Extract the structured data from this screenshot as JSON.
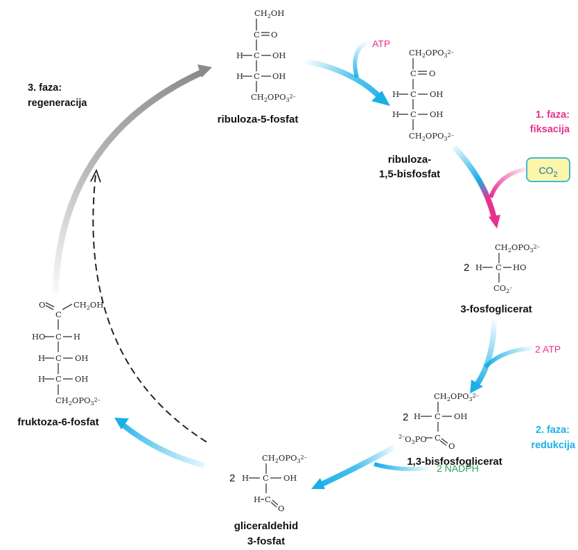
{
  "compounds": {
    "ru5p": {
      "name": "ribuloza-5-fosfat",
      "c1": "CH2OH",
      "c2": "C",
      "o2": "O",
      "h": "H",
      "c": "C",
      "oh": "OH",
      "c5": "CH2OPO3",
      "charge": "2–"
    },
    "rubp": {
      "name_line1": "ribuloza-",
      "name_line2": "1,5-bisfosfat",
      "c1": "CH2OPO3",
      "charge": "2–",
      "c2": "C",
      "o2": "O",
      "h": "H",
      "c": "C",
      "oh": "OH",
      "c5": "CH2OPO3"
    },
    "pga": {
      "name": "3-fosfoglicerat",
      "coef": "2",
      "c3": "CH2OPO3",
      "charge": "2–",
      "h": "H",
      "c": "C",
      "ho": "HO",
      "c1": "CO2",
      "c1charge": "–"
    },
    "bpg": {
      "name": "1,3-bisfosfoglicerat",
      "coef": "2",
      "c3": "CH2OPO3",
      "charge": "2–",
      "h": "H",
      "c": "C",
      "oh": "OH",
      "o3po_charge": "2–",
      "o3po": "O3PO",
      "o": "O"
    },
    "g3p": {
      "name_line1": "gliceraldehid",
      "name_line2": "3-fosfat",
      "coef": "2",
      "c3": "CH2OPO3",
      "charge": "2–",
      "h": "H",
      "c": "C",
      "oh": "OH",
      "o": "O"
    },
    "f6p": {
      "name": "fruktoza-6-fosfat",
      "o": "O",
      "c": "C",
      "ch2oh": "CH2OH",
      "h": "H",
      "ho": "HO",
      "oh": "OH",
      "c6": "CH2OPO3",
      "charge": "2–"
    }
  },
  "reagents": {
    "atp": "ATP",
    "co2": "CO2",
    "atp2": "2 ATP",
    "nadph2": "2 NADPH"
  },
  "phases": {
    "fixation_line1": "1. faza:",
    "fixation_line2": "fiksacija",
    "reduction_line1": "2. faza:",
    "reduction_line2": "redukcija",
    "regeneration_line1": "3. faza:",
    "regeneration_line2": "regeneracija"
  },
  "colors": {
    "cyan": "#1ab0e6",
    "magenta": "#e8318f",
    "green": "#2aa55a",
    "gray": "#8a8a8a",
    "co2_fill": "#fbf6a8",
    "co2_stroke": "#3fb6dc"
  }
}
